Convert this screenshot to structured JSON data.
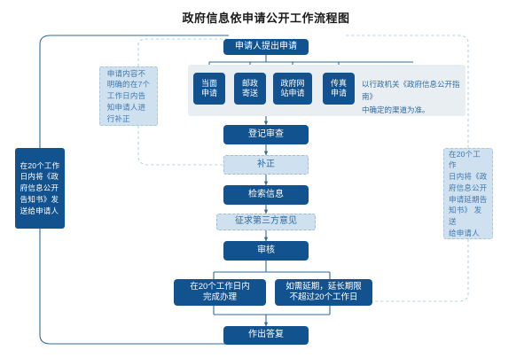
{
  "title": "政府信息依申请公开工作流程图",
  "colors": {
    "primary_dark_blue": "#12538f",
    "light_blue_fill": "#cfe0ef",
    "band_gray": "#e9eef3",
    "connector_blue": "#2f6a9e",
    "light_text_blue": "#3d7ab0",
    "title_text": "#1a1a1a"
  },
  "flow": {
    "start": "申请人提出申请",
    "channels": [
      "当面\n申请",
      "邮政\n寄送",
      "政府网\n站申请",
      "传真\n申请"
    ],
    "channel_note": "以行政机关《政府信息公开指南》\n中确定的渠道为准。",
    "steps": [
      {
        "label": "登记审查",
        "style": "dark"
      },
      {
        "label": "补正",
        "style": "light"
      },
      {
        "label": "检索信息",
        "style": "dark"
      },
      {
        "label": "征求第三方意见",
        "style": "light"
      },
      {
        "label": "审核",
        "style": "dark"
      }
    ],
    "branch_left": "在20个工作日内\n完成办理",
    "branch_right": "如需延期，延长期限\n不超过20个工作日",
    "end": "作出答复"
  },
  "notes": {
    "correction_note": "申请内容不\n明确的在7个\n工作日内告\n知申请人进\n行补正",
    "left_note": "在20个工作\n日内将《政\n府信息公开\n告知书》发\n送给申请人",
    "right_note": "在20个工作\n日内将《政\n府信息公开\n申请延期告\n知书》 发送\n给申请人"
  }
}
